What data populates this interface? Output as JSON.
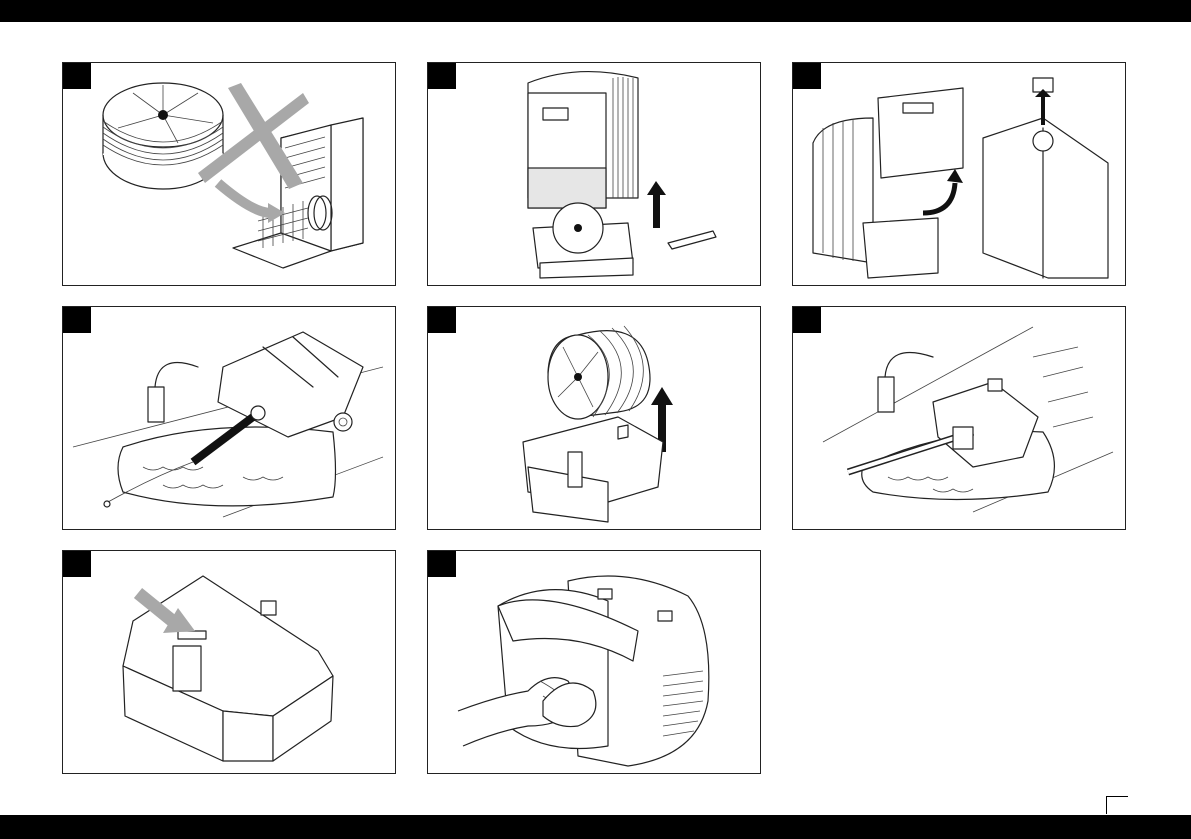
{
  "steps": [
    {
      "name": "no-dishwasher",
      "icons": [
        "filter-disc-icon",
        "cross-icon",
        "dishwasher-icon"
      ]
    },
    {
      "name": "lift-unit-off-base",
      "icons": [
        "humidifier-icon",
        "arrow-up-icon",
        "clip-icon"
      ]
    },
    {
      "name": "remove-tank-and-cap",
      "icons": [
        "water-tank-icon",
        "cap-icon",
        "arrow-rotate-icon"
      ]
    },
    {
      "name": "rinse-tank-at-tap",
      "icons": [
        "tap-icon",
        "brush-icon",
        "cap-icon"
      ]
    },
    {
      "name": "lift-filter-disc",
      "icons": [
        "filter-disc-icon",
        "arrow-up-icon",
        "base-tray-icon"
      ]
    },
    {
      "name": "brush-base-tray",
      "icons": [
        "tap-icon",
        "brush-icon",
        "base-tray-icon"
      ]
    },
    {
      "name": "base-tray-detail",
      "icons": [
        "base-tray-icon",
        "arrow-down-icon"
      ]
    },
    {
      "name": "wipe-housing",
      "icons": [
        "hand-icon",
        "cloth-icon",
        "housing-icon"
      ]
    }
  ]
}
